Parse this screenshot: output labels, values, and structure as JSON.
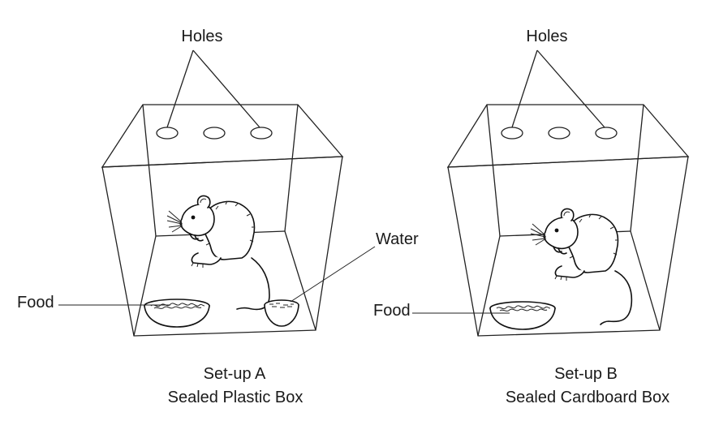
{
  "setup_a": {
    "holes_label": "Holes",
    "water_label": "Water",
    "food_label": "Food",
    "title_line1": "Set-up A",
    "title_line2": "Sealed Plastic Box"
  },
  "setup_b": {
    "holes_label": "Holes",
    "food_label": "Food",
    "title_line1": "Set-up B",
    "title_line2": "Sealed Cardboard Box"
  }
}
